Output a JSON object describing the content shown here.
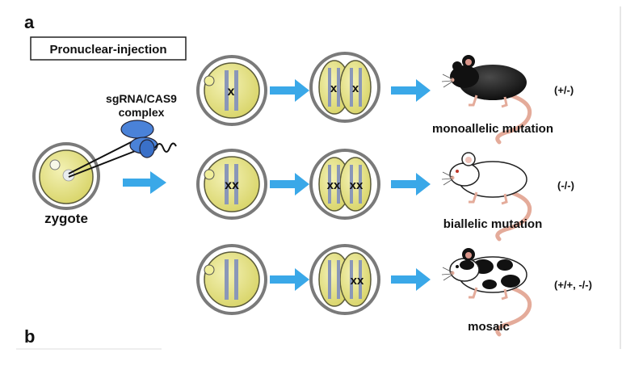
{
  "panel_labels": {
    "a": "a",
    "b": "b"
  },
  "method_box": {
    "label": "Pronuclear-injection"
  },
  "injection": {
    "complex_line1": "sgRNA/CAS9",
    "complex_line2": "complex",
    "zygote_label": "zygote"
  },
  "rows": [
    {
      "cell1_marks": "x",
      "cell2_marks_left": "x",
      "cell2_marks_right": "x",
      "mouse_coat": "black",
      "genotype": "(+/-)",
      "outcome": "monoallelic mutation"
    },
    {
      "cell1_marks": "xx",
      "cell2_marks_left": "xx",
      "cell2_marks_right": "xx",
      "mouse_coat": "white",
      "genotype": "(-/-)",
      "outcome": "biallelic mutation"
    },
    {
      "cell1_marks": "",
      "cell2_marks_left": "",
      "cell2_marks_right": "xx",
      "mouse_coat": "spotted",
      "genotype": "(+/+, -/-)",
      "outcome": "mosaic"
    }
  ],
  "colors": {
    "cell_fill": "#e6e38a",
    "cell_ring": "#7a7a7a",
    "chromosome": "#8a97b8",
    "arrow": "#3aa8e8",
    "complex": "#4a82d8",
    "tail": "#e4ab9a"
  }
}
